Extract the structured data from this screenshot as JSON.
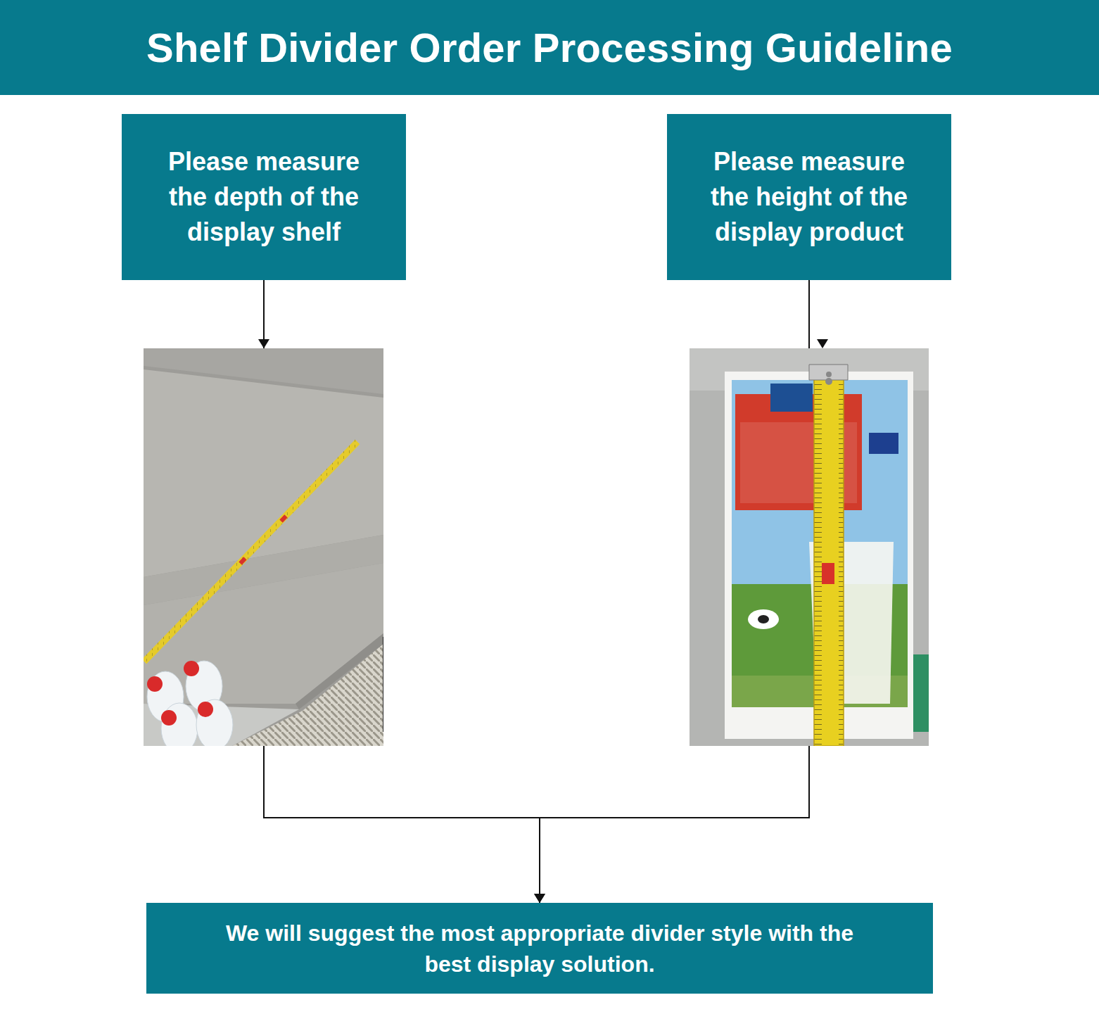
{
  "diagram": {
    "title": "Shelf Divider Order Processing Guideline",
    "nodes": [
      {
        "text": [
          "Please measure the depth of the display shelf"
        ]
      },
      {
        "text": [
          "Please measure the height of the display product"
        ]
      },
      {
        "text": [
          "We will suggest the most appropriate divider style with the best display solution."
        ]
      }
    ],
    "edges": [
      {
        "from": 0,
        "to": 2,
        "arrow": "to"
      },
      {
        "from": 1,
        "to": 2,
        "arrow": "to"
      }
    ]
  }
}
